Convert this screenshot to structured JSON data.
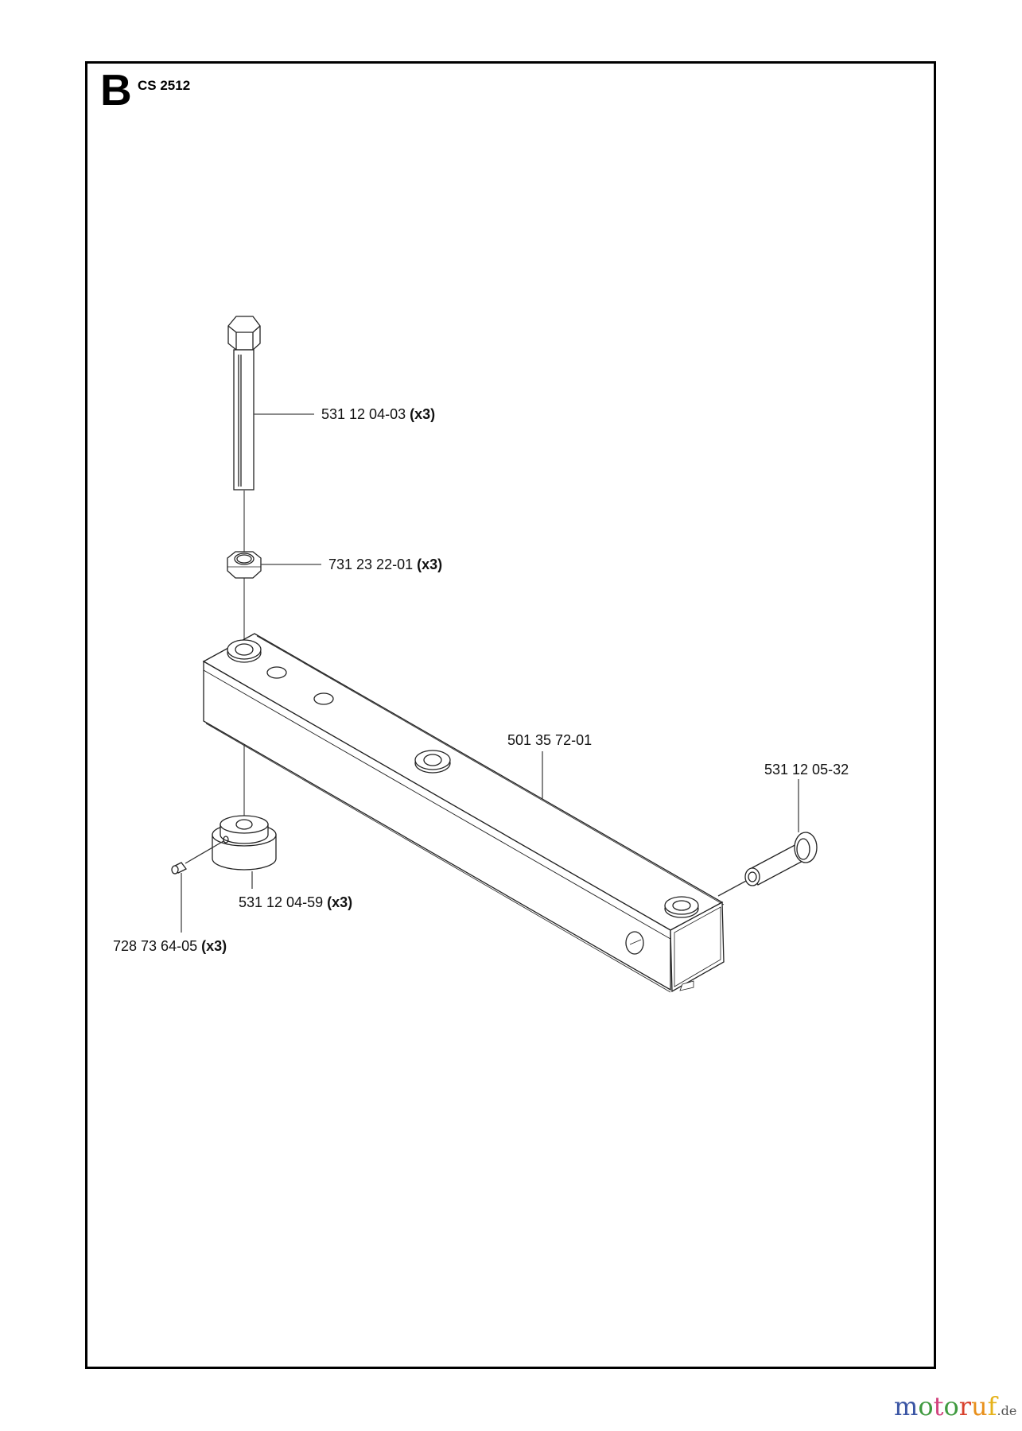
{
  "section": {
    "letter": "B",
    "model": "CS 2512"
  },
  "parts": [
    {
      "id": "bolt",
      "number": "531 12 04-03",
      "qty": "(x3)"
    },
    {
      "id": "nut",
      "number": "731 23 22-01",
      "qty": "(x3)"
    },
    {
      "id": "beam",
      "number": "501 35 72-01",
      "qty": ""
    },
    {
      "id": "pin",
      "number": "531 12 05-32",
      "qty": ""
    },
    {
      "id": "collar",
      "number": "531 12 04-59",
      "qty": "(x3)"
    },
    {
      "id": "set-screw",
      "number": "728 73 64-05",
      "qty": "(x3)"
    }
  ],
  "watermark": {
    "letters": [
      {
        "ch": "m",
        "color": "#3a55a4"
      },
      {
        "ch": "o",
        "color": "#3f9a3f"
      },
      {
        "ch": "t",
        "color": "#d2447e"
      },
      {
        "ch": "o",
        "color": "#3f9a3f"
      },
      {
        "ch": "r",
        "color": "#d8402c"
      },
      {
        "ch": "u",
        "color": "#e8901c"
      },
      {
        "ch": "f",
        "color": "#e6b21a"
      }
    ],
    "tld": ".de"
  }
}
